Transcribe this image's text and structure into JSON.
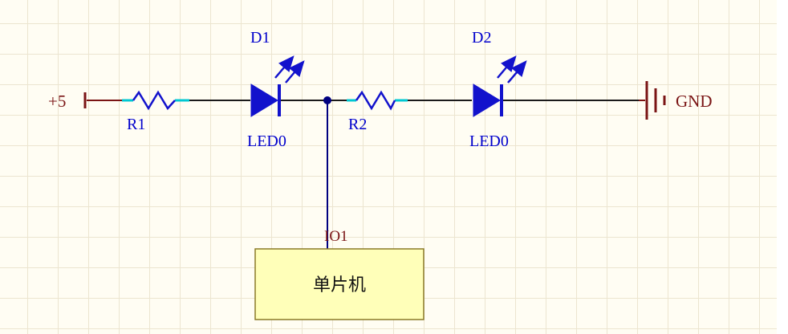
{
  "schematic": {
    "type": "circuit-schematic",
    "nets": {
      "power": "+5",
      "ground": "GND",
      "io": "IO1"
    },
    "components": [
      {
        "id": "r1",
        "kind": "resistor",
        "designator": "R1"
      },
      {
        "id": "d1",
        "kind": "led",
        "designator": "D1",
        "comment": "LED0"
      },
      {
        "id": "r2",
        "kind": "resistor",
        "designator": "R2"
      },
      {
        "id": "d2",
        "kind": "led",
        "designator": "D2",
        "comment": "LED0"
      },
      {
        "id": "mcu",
        "kind": "block",
        "label": "单片机"
      }
    ],
    "colors": {
      "symbol_blue": "#1212cc",
      "wire_black": "#1a1a1a",
      "pin_cyan": "#00c8d2",
      "net_dark_red": "#7a1414",
      "junction_blue": "#000080",
      "box_fill": "#ffffb9",
      "box_border": "#8a7a28",
      "grid_line": "#ece5d0",
      "sheet_bg": "#fffdf3"
    }
  }
}
